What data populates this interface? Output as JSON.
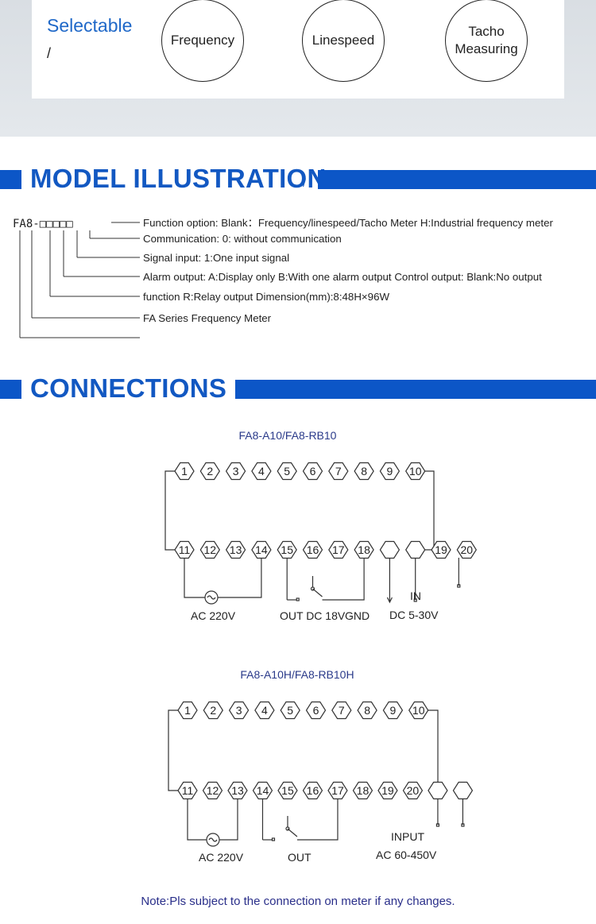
{
  "selectable": {
    "label": "Selectable",
    "slash": "/",
    "options": [
      "Frequency",
      "Linespeed",
      "Tacho\nMeasuring"
    ]
  },
  "model": {
    "title": "MODEL ILLUSTRATION",
    "slash": "/",
    "code": "FA8-□□□□□",
    "lines": [
      "Function option: Blank：Frequency/linespeed/Tacho Meter H:Industrial frequency meter",
      "Communication: 0: without communication",
      "Signal input: 1:One input signal",
      "Alarm output: A:Display only B:With one alarm output  Control output: Blank:No output",
      "function R:Relay output  Dimension(mm):8:48H×96W",
      "FA Series Frequency Meter"
    ]
  },
  "connections": {
    "title": "CONNECTIONS",
    "slash": "/",
    "diagram1": {
      "title": "FA8-A10/FA8-RB10",
      "top_terminals": [
        "1",
        "2",
        "3",
        "4",
        "5",
        "6",
        "7",
        "8",
        "9",
        "10"
      ],
      "bottom_terminals": [
        "11",
        "12",
        "13",
        "14",
        "15",
        "16",
        "17",
        "18",
        "",
        "",
        "19",
        "20"
      ],
      "labels": {
        "ac": "AC  220V",
        "out_dc": "OUT  DC  18V",
        "gnd": "GND",
        "in": "IN",
        "dc": "DC 5-30V"
      }
    },
    "diagram2": {
      "title": "FA8-A10H/FA8-RB10H",
      "top_terminals": [
        "1",
        "2",
        "3",
        "4",
        "5",
        "6",
        "7",
        "8",
        "9",
        "10"
      ],
      "bottom_terminals": [
        "11",
        "12",
        "13",
        "14",
        "15",
        "16",
        "17",
        "18",
        "19",
        "20",
        "",
        ""
      ],
      "labels": {
        "ac": "AC  220V",
        "out": "OUT",
        "input": "INPUT",
        "ac_in": "AC  60-450V"
      }
    },
    "note": "Note:Pls subject to the connection on meter if any changes."
  },
  "colors": {
    "accent": "#1258c2",
    "bar": "#0c56c7",
    "note": "#2a2f8a"
  }
}
